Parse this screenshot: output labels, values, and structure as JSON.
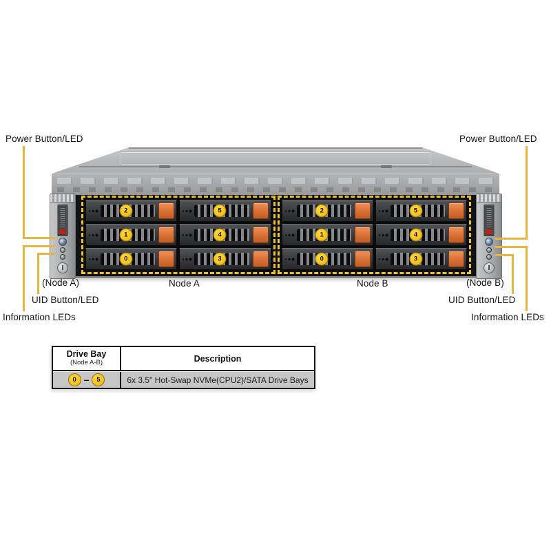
{
  "page": {
    "background": "#ffffff"
  },
  "colors": {
    "callout_line": "#eab53e",
    "bay_number_badge": "#f2c31f",
    "badge_ring": "#96700a",
    "drive_latch_orange": "#dd7439",
    "node_dashed_border": "#eec228",
    "table_row_gray": "#c6c6c6",
    "logo_red": "#bf2016",
    "text": "#141414"
  },
  "callouts": {
    "left": {
      "power": "Power Button/LED",
      "node": "(Node A)",
      "uid": "UID Button/LED",
      "info": "Information LEDs"
    },
    "right": {
      "power": "Power Button/LED",
      "node": "(Node B)",
      "uid": "UID Button/LED",
      "info": "Information LEDs"
    }
  },
  "chassis": {
    "nodes": [
      {
        "name": "Node A",
        "drive_rows": [
          [
            "2",
            "5"
          ],
          [
            "1",
            "4"
          ],
          [
            "0",
            "3"
          ]
        ]
      },
      {
        "name": "Node B",
        "drive_rows": [
          [
            "2",
            "5"
          ],
          [
            "1",
            "4"
          ],
          [
            "0",
            "3"
          ]
        ]
      }
    ]
  },
  "spec_table": {
    "col1_header": "Drive Bay",
    "col1_subheader": "(Node A-B)",
    "col2_header": "Description",
    "row": {
      "bay_from": "0",
      "bay_to": "5",
      "range_separator": "–",
      "description": "6x 3.5\" Hot-Swap NVMe(CPU2)/SATA Drive Bays"
    }
  }
}
